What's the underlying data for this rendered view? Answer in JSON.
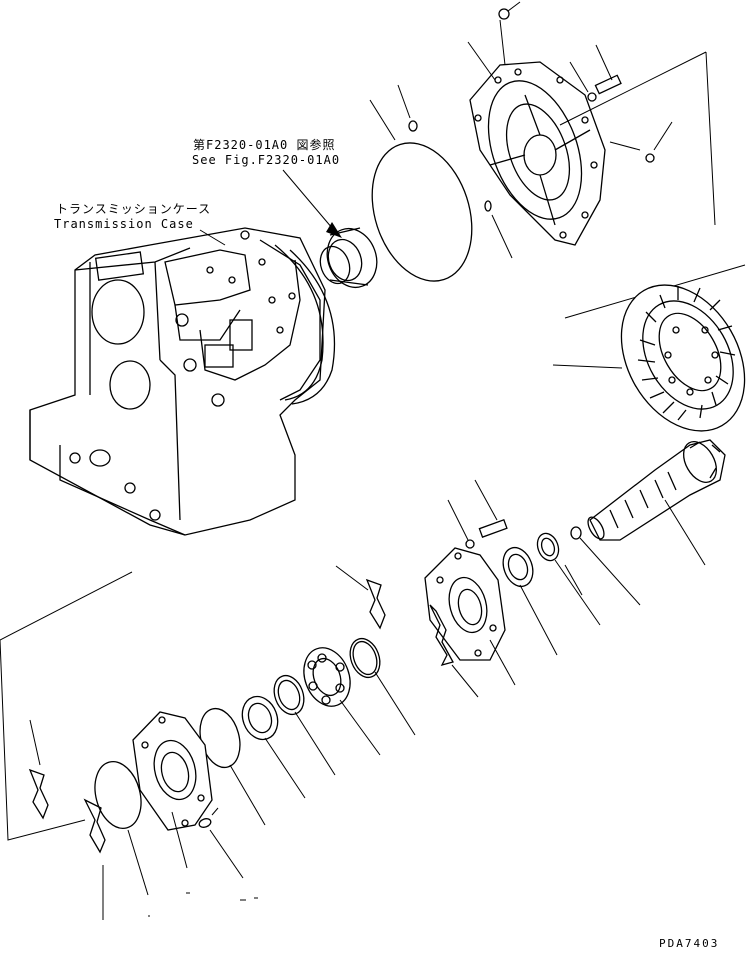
{
  "labels": {
    "reference_jp": "第F2320-01A0 図参照",
    "reference_en": "See Fig.F2320-01A0",
    "case_jp": "トランスミッションケース",
    "case_en": "Transmission Case",
    "drawing_code": "PDA7403"
  },
  "colors": {
    "ink": "#000000",
    "paper": "#ffffff"
  }
}
